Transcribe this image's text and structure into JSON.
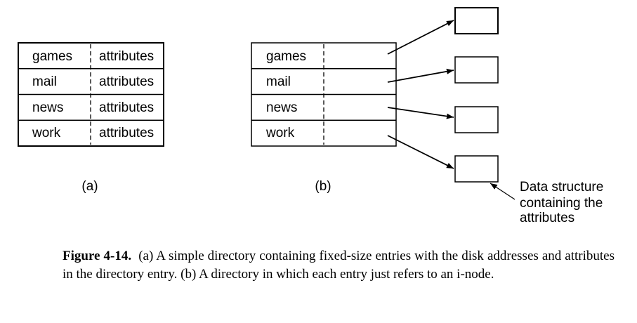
{
  "table_a": {
    "rows": [
      {
        "name": "games",
        "attr": "attributes"
      },
      {
        "name": "mail",
        "attr": "attributes"
      },
      {
        "name": "news",
        "attr": "attributes"
      },
      {
        "name": "work",
        "attr": "attributes"
      }
    ],
    "label": "(a)"
  },
  "table_b": {
    "rows": [
      {
        "name": "games"
      },
      {
        "name": "mail"
      },
      {
        "name": "news"
      },
      {
        "name": "work"
      }
    ],
    "label": "(b)"
  },
  "annotation": {
    "lines": [
      "Data structure",
      "containing the",
      "attributes"
    ]
  },
  "caption": {
    "label": "Figure 4-14.",
    "text": "(a) A simple directory containing fixed-size entries with the disk addresses and attributes in the directory entry. (b) A directory in which each entry just refers to an i-node."
  }
}
